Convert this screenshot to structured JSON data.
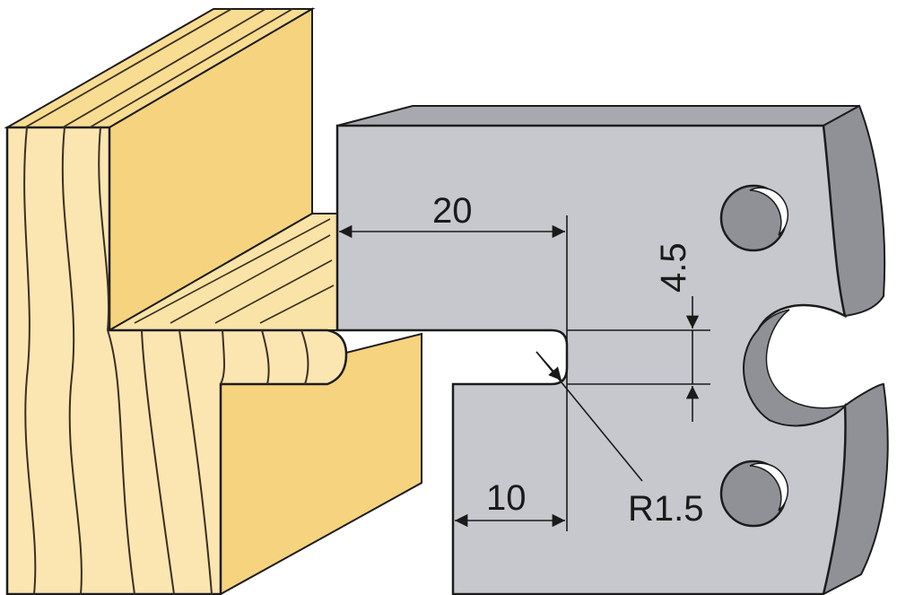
{
  "dimensions": {
    "width_top": "20",
    "width_bottom": "10",
    "height": "4.5",
    "radius": "R1.5"
  },
  "colors": {
    "wood_face": "#f6d37e",
    "wood_light": "#fbe6b2",
    "wood_grain": "#3a2f1f",
    "blade_face": "#c6c8cd",
    "blade_side": "#8f9196",
    "outline": "#1c1c1c"
  }
}
